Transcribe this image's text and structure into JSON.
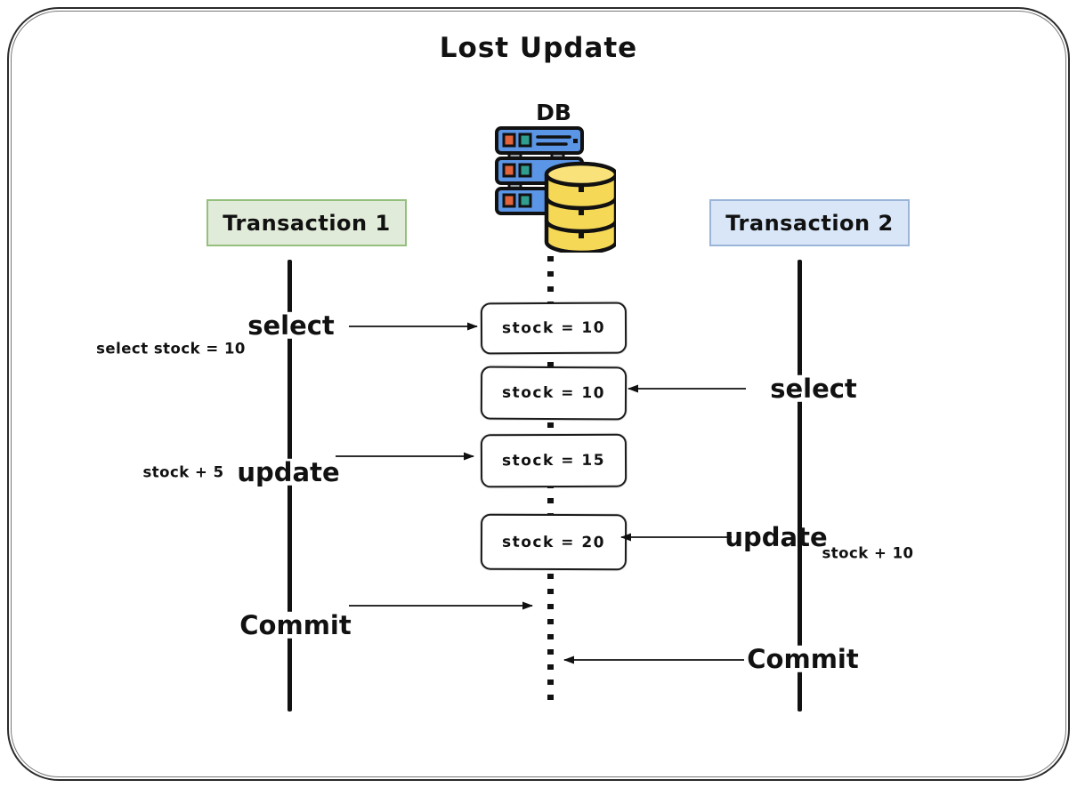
{
  "title": "Lost Update",
  "database": {
    "label": "DB",
    "icon": "database-server-icon"
  },
  "headers": {
    "t1": "Transaction 1",
    "t2": "Transaction 2"
  },
  "db_states": [
    "stock = 10",
    "stock = 10",
    "stock = 15",
    "stock = 20"
  ],
  "actions": {
    "t1_select": "select",
    "t1_select_note": "select stock = 10",
    "t2_select": "select",
    "t1_update": "update",
    "t1_update_note": "stock + 5",
    "t2_update": "update",
    "t2_update_note": "stock + 10",
    "t1_commit": "Commit",
    "t2_commit": "Commit"
  },
  "colors": {
    "t1_header_bg": "#e1ebd9",
    "t1_header_border": "#95bf7d",
    "t2_header_bg": "#d8e6f7",
    "t2_header_border": "#9bb5d9",
    "server_blue": "#5b95e5",
    "db_yellow": "#f6d857",
    "db_yellow_top": "#f9e27a",
    "chip_orange": "#e0633c",
    "chip_teal": "#2f9e8e",
    "connector_gray": "#9aa0a6",
    "line_black": "#111111"
  }
}
